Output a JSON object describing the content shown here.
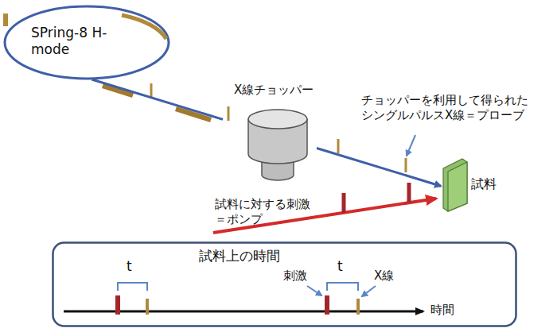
{
  "diagram": {
    "nodes": [
      {
        "text": [
          "SPring-8 H-mode"
        ]
      },
      {
        "text": [
          "X線チョッパー"
        ]
      },
      {
        "text": [
          "試料"
        ]
      },
      {
        "text": [
          "試料上の時間"
        ]
      }
    ],
    "edges": [
      {
        "from": 0,
        "to": 1,
        "arrow": "none"
      },
      {
        "from": 1,
        "to": 2,
        "arrow": "to"
      }
    ],
    "labels": [
      "チョッパーを利用して得られた シングルパルスX線＝プローブ",
      "試料に対する刺激 ＝ポンプ",
      "t",
      "t",
      "刺激",
      "X線",
      "時間"
    ]
  }
}
